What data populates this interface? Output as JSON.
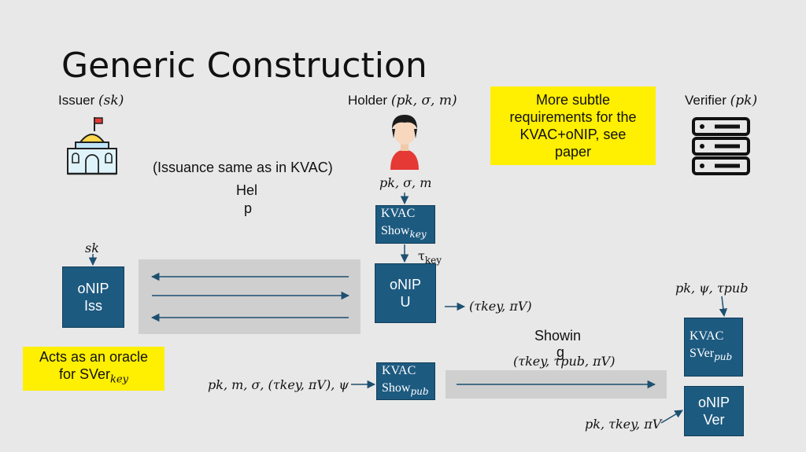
{
  "title": "Generic Construction",
  "roles": {
    "issuer_name": "Issuer",
    "issuer_arg": "(sk)",
    "holder_name": "Holder",
    "holder_arg": "(pk, σ, m)",
    "verifier_name": "Verifier",
    "verifier_arg": "(pk)"
  },
  "icons": {
    "issuer": "government-building-icon",
    "holder": "person-avatar-icon",
    "verifier": "server-rack-icon"
  },
  "notes": {
    "subtle_lines": [
      "More subtle",
      "requirements for the",
      "KVAC+oNIP, see",
      "paper"
    ],
    "oracle_line1": "Acts as an oracle",
    "oracle_line2_prefix": "for SVer",
    "oracle_line2_sub": "key"
  },
  "text": {
    "issuance": "(Issuance same as in KVAC)",
    "help_line1": "Hel",
    "help_line2": "p",
    "showing_line1": "Showin",
    "showing_line2": "g"
  },
  "labels": {
    "holder_input": "pk, σ, m",
    "issuer_sk": "sk",
    "tau_key_base": "τ",
    "tau_key_sub": "key",
    "u_output": "(τkey, πV)",
    "verifier_input": "pk, ψ, τpub",
    "show_pub_input": "pk, m, σ, (τkey, πV), ψ",
    "showing_payload": "(τkey, τpub, πV)",
    "ver_input": "pk, τkey, πV"
  },
  "boxes": {
    "kvac_show_key_line1": "KVAC",
    "kvac_show_key_line2": "Show",
    "kvac_show_key_sub": "key",
    "onip_u_line1": "oNIP",
    "onip_u_line2": "U",
    "onip_iss_line1": "oNIP",
    "onip_iss_line2": "Iss",
    "kvac_show_pub_line1": "KVAC",
    "kvac_show_pub_line2": "Show",
    "kvac_show_pub_sub": "pub",
    "kvac_sver_pub_line1": "KVAC",
    "kvac_sver_pub_line2": "SVer",
    "kvac_sver_pub_sub": "pub",
    "onip_ver_line1": "oNIP",
    "onip_ver_line2": "Ver"
  },
  "colors": {
    "box_fill": "#1d5a80",
    "note_fill": "#ffef00",
    "band_fill": "#cfcfcf",
    "background": "#e8e8e8"
  }
}
